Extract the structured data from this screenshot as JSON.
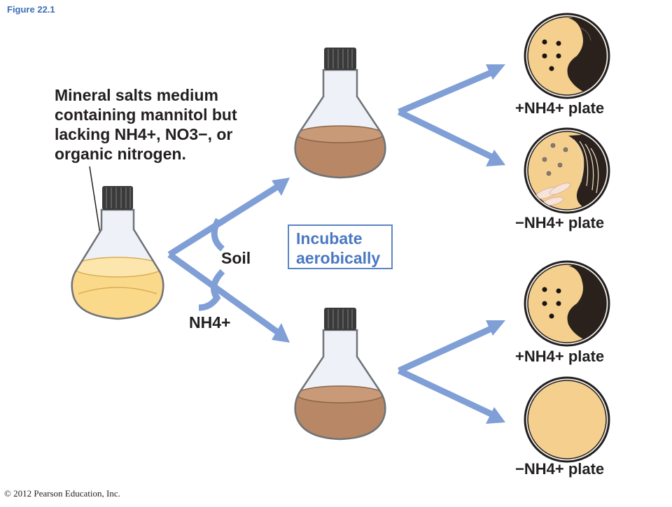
{
  "figure_label": "Figure 22.1",
  "medium_description": [
    "Mineral salts medium",
    "containing mannitol but",
    "lacking NH4+, NO3−, or",
    "organic nitrogen."
  ],
  "soil_label": "Soil",
  "nh4_label": "NH4+",
  "incubate_label": [
    "Incubate",
    "aerobically"
  ],
  "plates": [
    {
      "label": "+NH4+ plate",
      "condition": "plus"
    },
    {
      "label": "−NH4+ plate",
      "condition": "minus"
    },
    {
      "label": "+NH4+ plate",
      "condition": "plus"
    },
    {
      "label": "−NH4+ plate",
      "condition": "minus"
    }
  ],
  "copyright": "© 2012 Pearson Education, Inc.",
  "colors": {
    "arrow": "#7f9fd6",
    "medium_yellow": "#fbd98a",
    "culture_brown": "#b78766",
    "colony_dark": "#2a211c",
    "agar": "#f4cf8d",
    "title_blue": "#3b6fb6"
  }
}
